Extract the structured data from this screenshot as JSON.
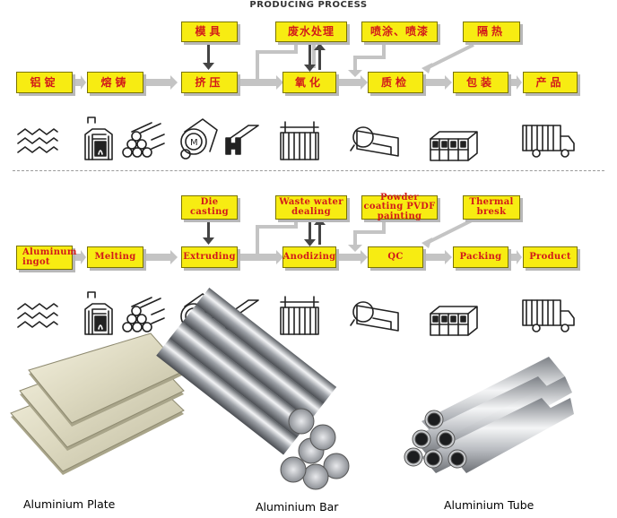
{
  "title": "PRODUCING PROCESS",
  "cn": {
    "main": [
      "铝锭",
      "熔铸",
      "挤压",
      "氧化",
      "质检",
      "包装",
      "产品"
    ],
    "top": [
      "模具",
      "废水处理",
      "喷涂、喷漆",
      "隔热"
    ]
  },
  "en": {
    "main": [
      "Aluminum ingot",
      "Melting",
      "Extruding",
      "Anodizing",
      "QC",
      "Packing",
      "Product"
    ],
    "top": [
      "Die casting",
      "Waste water dealing",
      "Powder coating PVDF painting",
      "Thermal bresk"
    ]
  },
  "icons": [
    "ingot-stack-icon",
    "furnace-icon",
    "round-bars-icon",
    "extrusion-die-icon",
    "profile-icon",
    "anodizing-tank-icon",
    "inspection-tool-icon",
    "packaging-bundle-icon",
    "delivery-truck-icon"
  ],
  "products": [
    {
      "name": "Aluminium Plate",
      "icon": "aluminium-plate-icon"
    },
    {
      "name": "Aluminium Bar",
      "icon": "aluminium-bar-icon"
    },
    {
      "name": "Aluminium Tube",
      "icon": "aluminium-tube-icon"
    }
  ],
  "colors": {
    "box": "#f7ec12",
    "box_text": "#d21a1a",
    "arrow": "#c4c4c4",
    "dark_arrow": "#444444"
  }
}
